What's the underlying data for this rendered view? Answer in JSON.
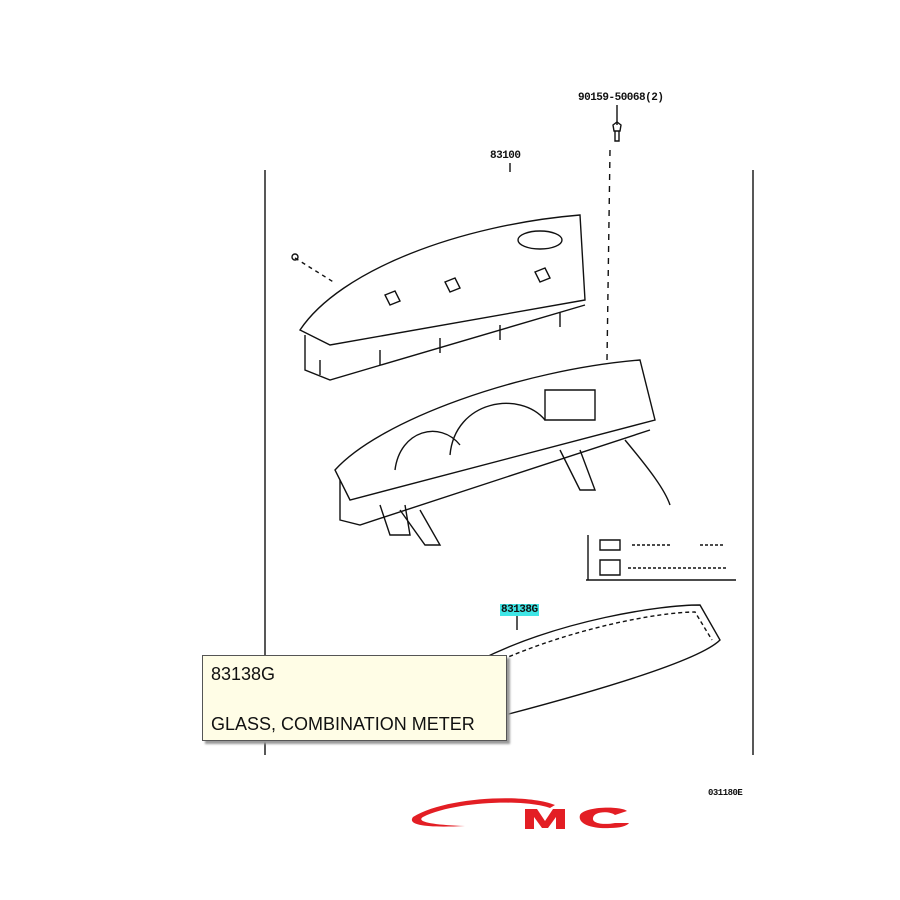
{
  "diagram": {
    "part_labels": {
      "bolt": "90159-50068(2)",
      "meter_assembly": "83100",
      "glass": "83138G",
      "figure_code": "031180E"
    },
    "callout": {
      "part_number": "83138G",
      "description": "GLASS, COMBINATION METER"
    },
    "logo_text": "CMC",
    "colors": {
      "highlight": "#3fe6e6",
      "logo": "#e31e24",
      "callout_bg": "#fffde6"
    }
  }
}
